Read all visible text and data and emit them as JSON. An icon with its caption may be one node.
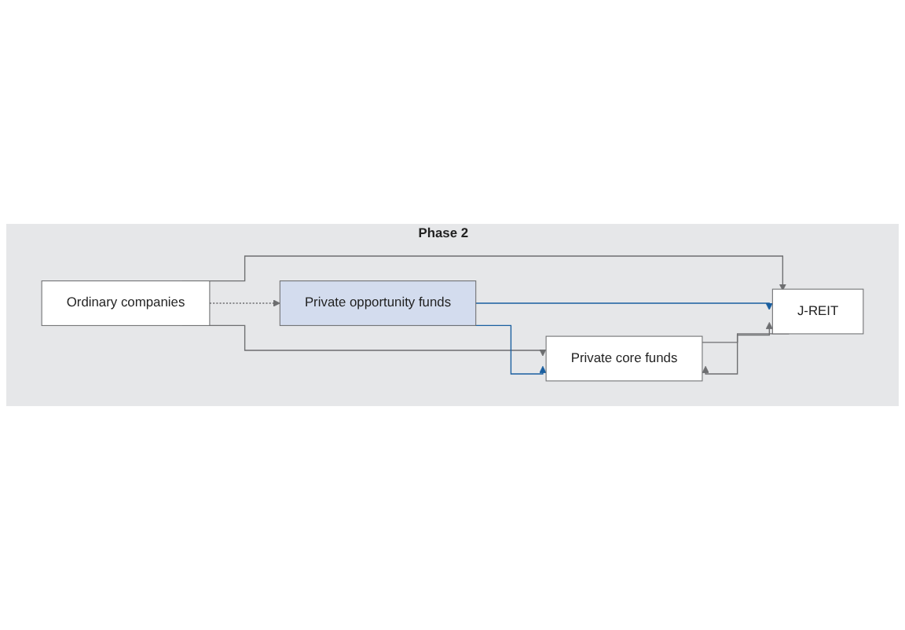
{
  "diagram": {
    "nodes": [
      {
        "text": [
          "Phase 2"
        ]
      },
      {
        "text": [
          "Ordinary companies"
        ],
        "in": 0
      },
      {
        "text": [
          "Private opportunity funds"
        ],
        "in": 0
      },
      {
        "text": [
          "Private core funds"
        ],
        "in": 0
      },
      {
        "text": [
          "J-REIT"
        ],
        "in": 0
      }
    ],
    "edges": [
      {
        "from": 1,
        "to": 2,
        "arrow": "to",
        "style": "dashed"
      },
      {
        "from": 1,
        "to": 3,
        "arrow": "to"
      },
      {
        "from": 1,
        "to": 4,
        "arrow": "to"
      },
      {
        "from": 2,
        "to": 3,
        "arrow": "to",
        "color": "#1a5fa0"
      },
      {
        "from": 2,
        "to": 4,
        "arrow": "to",
        "color": "#1a5fa0"
      },
      {
        "from": 3,
        "to": 4,
        "arrow": "to"
      },
      {
        "from": 4,
        "to": 3,
        "arrow": "to"
      }
    ]
  }
}
